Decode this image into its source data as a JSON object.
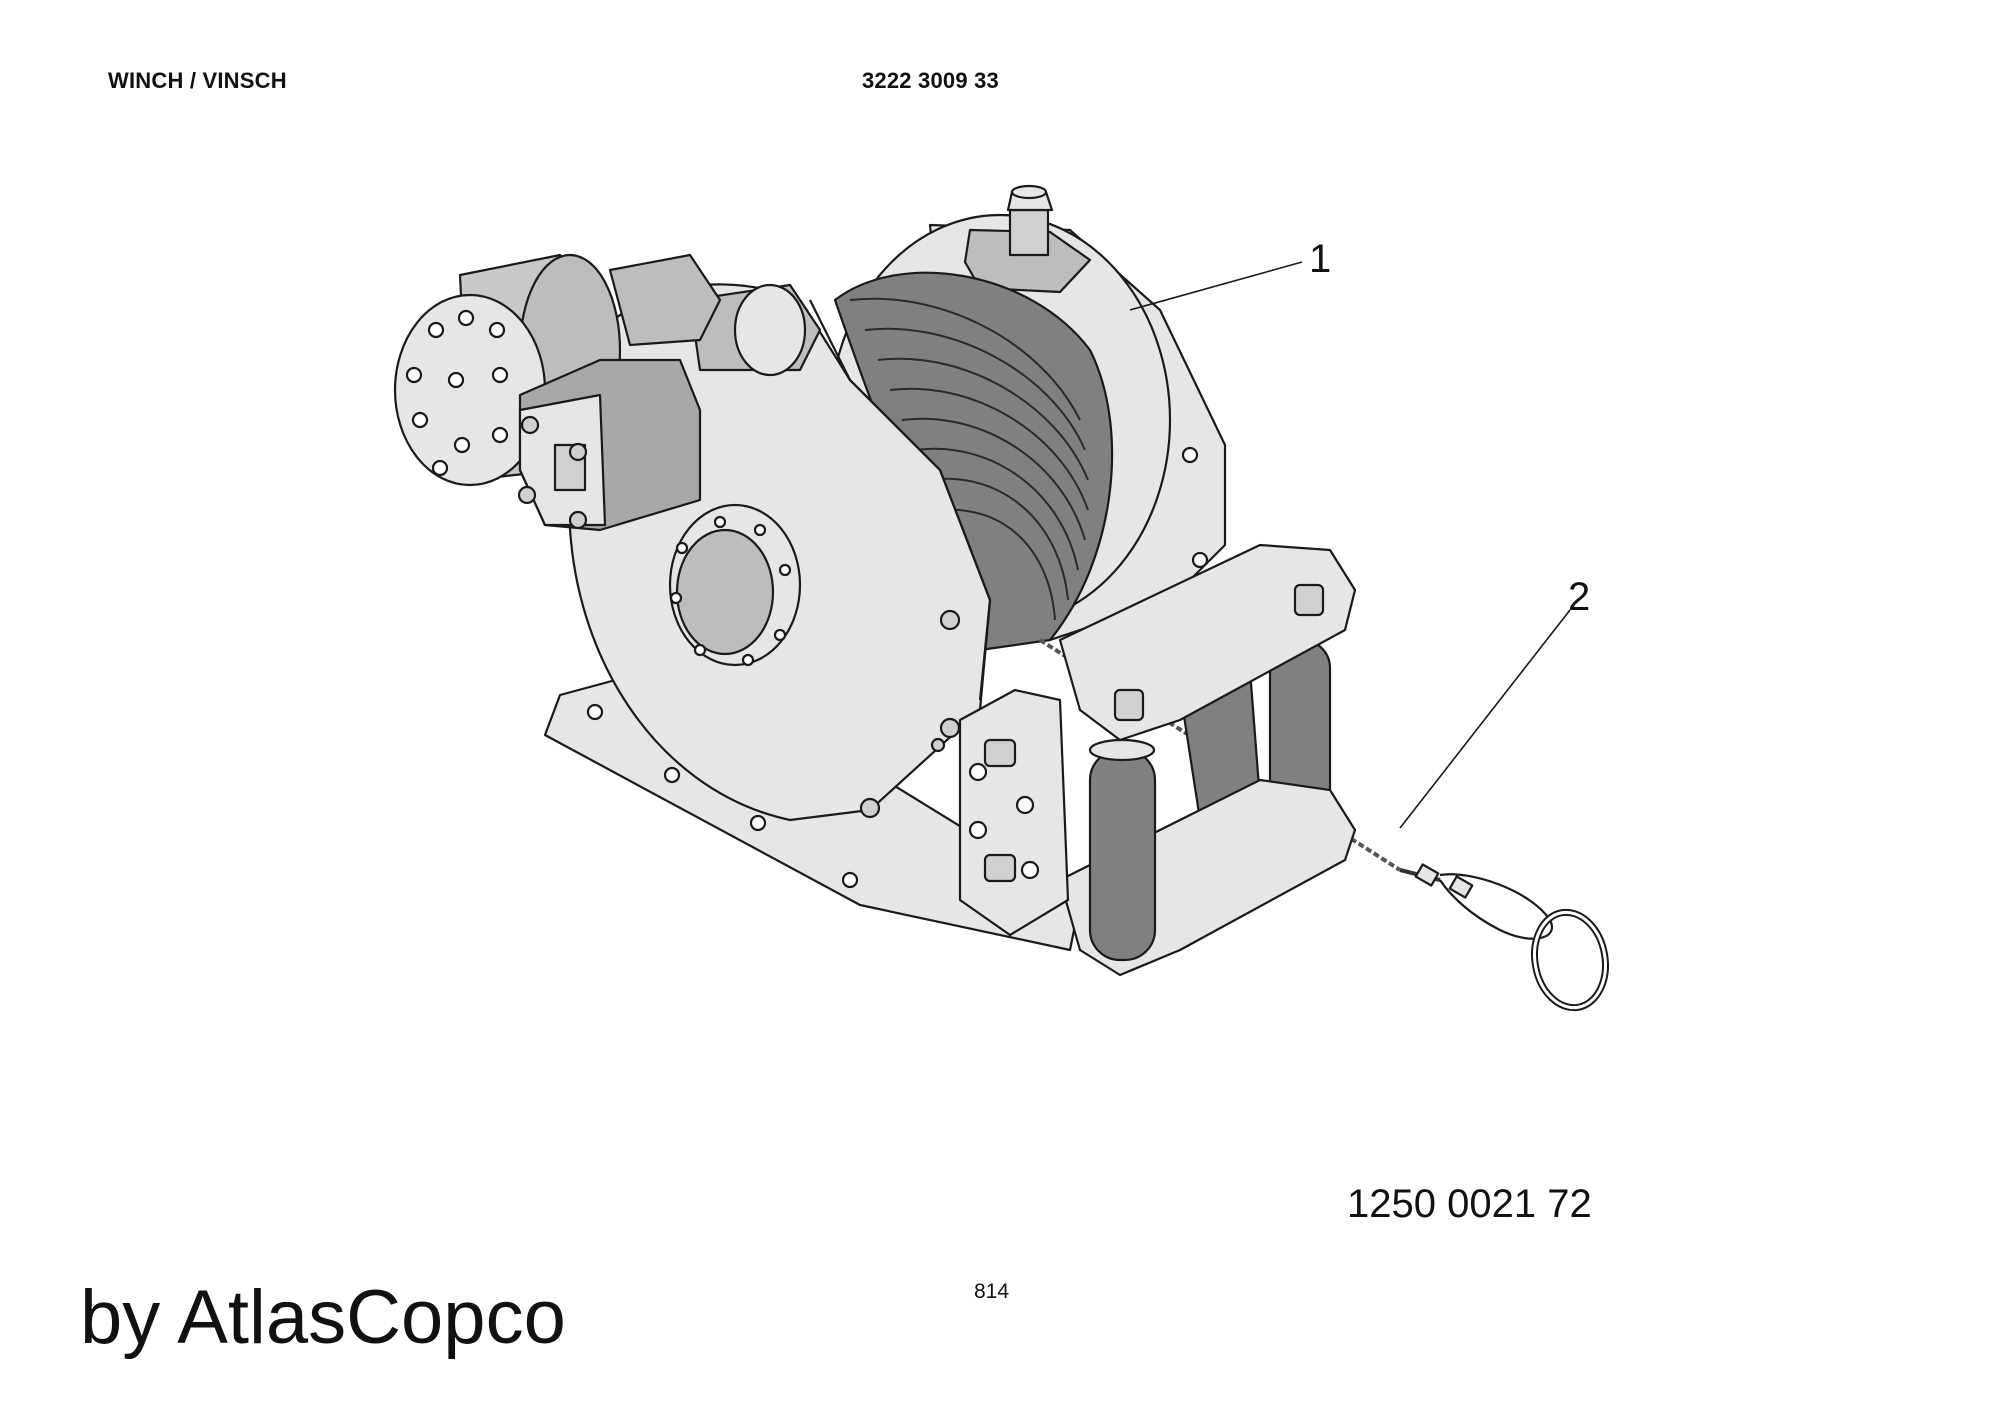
{
  "header": {
    "title": "WINCH / VINSCH",
    "part_number": "3222 3009 33"
  },
  "callouts": [
    {
      "number": "1"
    },
    {
      "number": "2"
    }
  ],
  "drawing_reference": "1250 0021 72",
  "page_number": "814",
  "watermark": "by AtlasCopco",
  "colors": {
    "line": "#1a1a1a",
    "light_fill": "#e6e6e6",
    "mid_fill": "#bdbdbd",
    "dark_fill": "#808080"
  }
}
